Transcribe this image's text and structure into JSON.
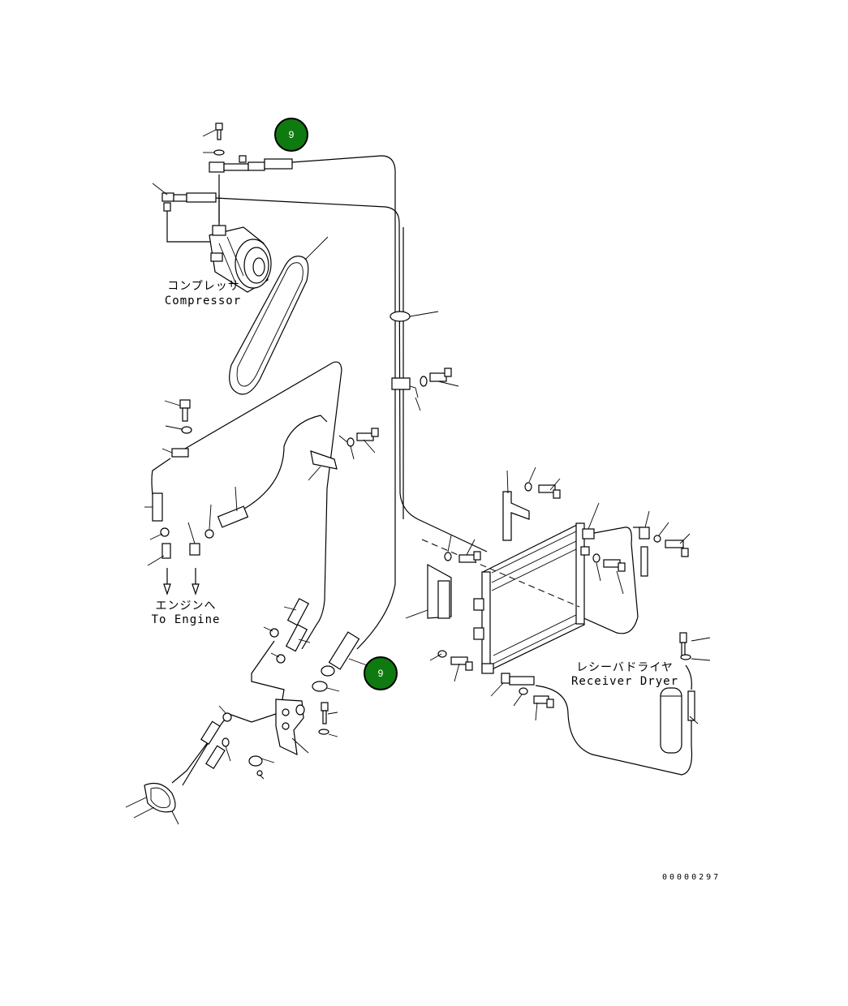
{
  "labels": {
    "compressor_jp": "コンプレッサ",
    "compressor_en": "Compressor",
    "engine_jp": "エンジンへ",
    "engine_en": "To Engine",
    "receiver_jp": "レシーバドライヤ",
    "receiver_en": "Receiver Dryer"
  },
  "callouts": [
    {
      "number": "9"
    },
    {
      "number": "9"
    }
  ],
  "drawing_ref": "00000297",
  "colors": {
    "callout_fill": "#0f7a0f",
    "line": "#000000",
    "background": "#ffffff"
  }
}
